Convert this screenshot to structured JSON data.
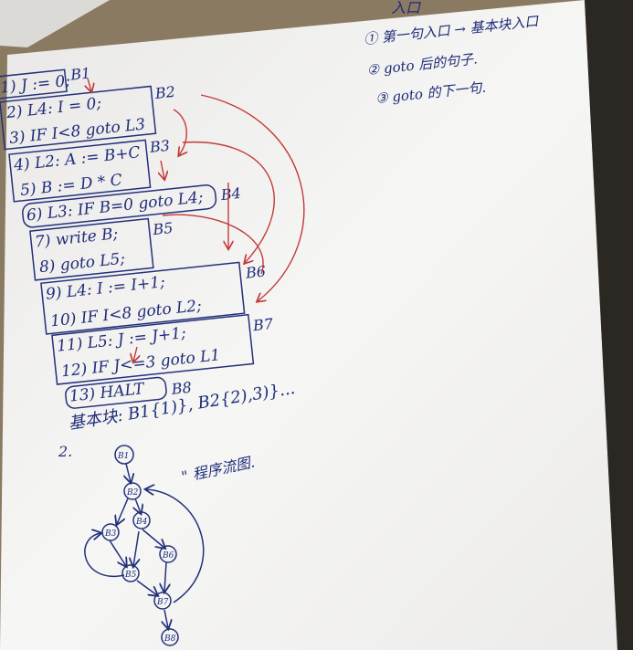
{
  "notes": {
    "header": "入口",
    "rules": [
      "① 第一句入口 → 基本块入口",
      "② goto 后的句子.",
      "③ goto 的下一句."
    ]
  },
  "code_lines": [
    "1) J := 0;",
    "2) L4: I = 0;",
    "3) IF I<8  goto  L3",
    "4) L2: A := B+C",
    "5) B := D * C",
    "6) L3: IF B=0  goto  L4;",
    "7) write B;",
    "8) goto  L5;",
    "9) L4: I := I+1;",
    "10) IF I<8  goto  L2;",
    "11) L5: J := J+1;",
    "12) IF J<=3  goto  L1",
    "13) HALT"
  ],
  "block_labels": [
    "B1",
    "B2",
    "B3",
    "B4",
    "B5",
    "B6",
    "B7",
    "B8"
  ],
  "basic_block_summary": "基本块: B1{1)}, B2{2),3)}...",
  "section_two": "2.",
  "flow_graph_title": "\" 程序流图.",
  "graph_nodes": [
    "B1",
    "B2",
    "B3",
    "B4",
    "B5",
    "B6",
    "B7",
    "B8"
  ],
  "colors": {
    "ink": "#1f2c7a",
    "red_ink": "#c23a3a",
    "paper": "#f4f3f1",
    "desk": "#8a7a62"
  }
}
